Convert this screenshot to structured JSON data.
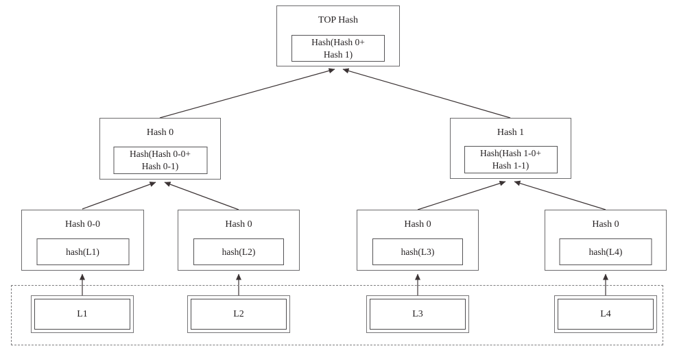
{
  "diagram": {
    "type": "merkle-hash-tree",
    "colors": {
      "background": "#ffffff",
      "box_border": "#6b6a6c",
      "inner_box_border": "#545355",
      "leaf_border": "#757476",
      "dashed_border": "#7b7a7c",
      "arrow_line": "#3b3334",
      "text": "#231f20"
    },
    "nodes": {
      "top_hash": {
        "label": "TOP Hash",
        "formula": [
          "Hash(Hash 0+",
          "Hash 1)"
        ]
      },
      "hash_0": {
        "label": "Hash 0",
        "formula": [
          "Hash(Hash 0-0+",
          "Hash 0-1)"
        ]
      },
      "hash_1": {
        "label": "Hash 1",
        "formula": [
          "Hash(Hash 1-0+",
          "Hash 1-1)"
        ]
      },
      "hash_0_0": {
        "label": "Hash 0-0",
        "formula": [
          "hash(L1)"
        ]
      },
      "hash_0_1": {
        "label": "Hash 0",
        "formula": [
          "hash(L2)"
        ]
      },
      "hash_1_0": {
        "label": "Hash 0",
        "formula": [
          "hash(L3)"
        ]
      },
      "hash_1_1": {
        "label": "Hash 0",
        "formula": [
          "hash(L4)"
        ]
      }
    },
    "leaves": [
      {
        "label": "L1"
      },
      {
        "label": "L2"
      },
      {
        "label": "L3"
      },
      {
        "label": "L4"
      }
    ],
    "edges": [
      {
        "from": "L1",
        "to": "hash_0_0"
      },
      {
        "from": "L2",
        "to": "hash_0_1"
      },
      {
        "from": "L3",
        "to": "hash_1_0"
      },
      {
        "from": "L4",
        "to": "hash_1_1"
      },
      {
        "from": "hash_0_0",
        "to": "hash_0"
      },
      {
        "from": "hash_0_1",
        "to": "hash_0"
      },
      {
        "from": "hash_1_0",
        "to": "hash_1"
      },
      {
        "from": "hash_1_1",
        "to": "hash_1"
      },
      {
        "from": "hash_0",
        "to": "top_hash"
      },
      {
        "from": "hash_1",
        "to": "top_hash"
      }
    ]
  }
}
